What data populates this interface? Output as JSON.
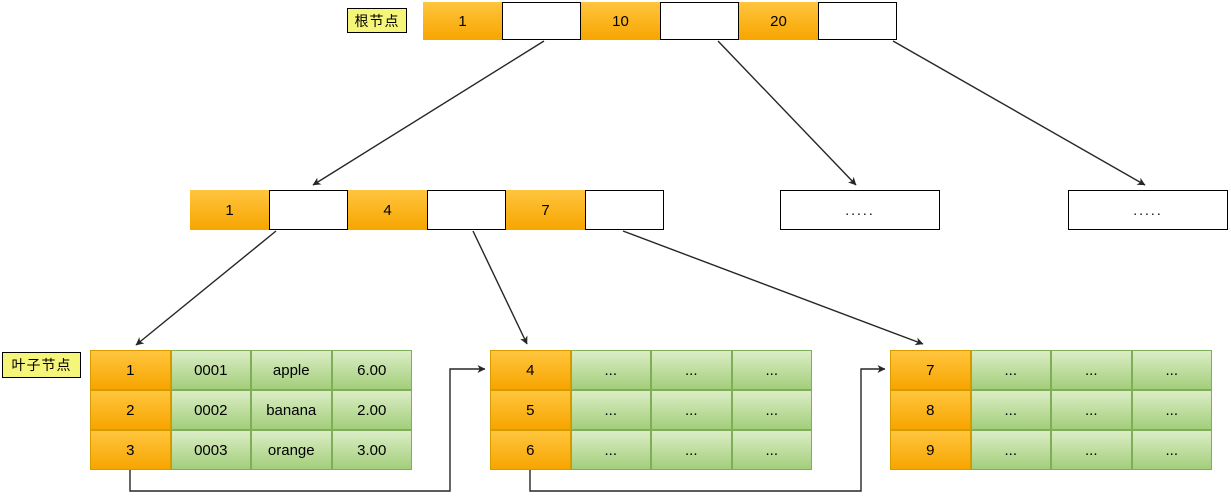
{
  "diagram": {
    "labels": {
      "root": "根节点",
      "leaf": "叶子节点"
    },
    "root_node": {
      "cells": [
        "1",
        "",
        "10",
        "",
        "20",
        ""
      ]
    },
    "internal_node": {
      "cells": [
        "1",
        "",
        "4",
        "",
        "7",
        ""
      ]
    },
    "overflow_boxes": {
      "box1": ".....",
      "box2": "....."
    },
    "leaves": [
      {
        "rows": [
          [
            "1",
            "0001",
            "apple",
            "6.00"
          ],
          [
            "2",
            "0002",
            "banana",
            "2.00"
          ],
          [
            "3",
            "0003",
            "orange",
            "3.00"
          ]
        ]
      },
      {
        "rows": [
          [
            "4",
            "...",
            "...",
            "..."
          ],
          [
            "5",
            "...",
            "...",
            "..."
          ],
          [
            "6",
            "...",
            "...",
            "..."
          ]
        ]
      },
      {
        "rows": [
          [
            "7",
            "...",
            "...",
            "..."
          ],
          [
            "8",
            "...",
            "...",
            "..."
          ],
          [
            "9",
            "...",
            "...",
            "..."
          ]
        ]
      }
    ],
    "colors": {
      "key_cell_top": "#ffc53e",
      "key_cell_bottom": "#f7a500",
      "green_cell_top": "#dbedc6",
      "green_cell_bottom": "#a3ce7a",
      "green_border": "#7fae58",
      "orange_border": "#d79b00",
      "label_bg": "#f5f57a",
      "line_color": "#262626"
    }
  }
}
